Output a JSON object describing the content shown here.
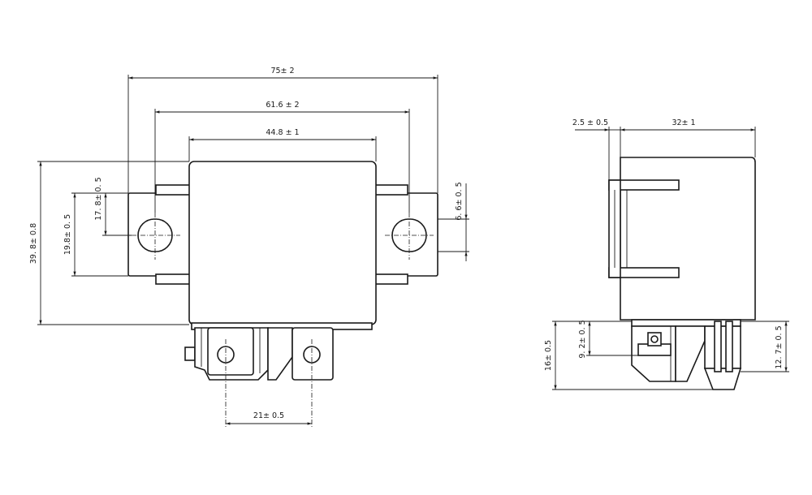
{
  "front_view": {
    "dimensions": {
      "overall_width": "75± 2",
      "mount_hole_spacing": "61.6 ± 2",
      "body_width": "44.8 ± 1",
      "overall_height": "39. 8± 0.8",
      "bracket_height": "19.8± 0. 5",
      "hole_offset": "17. 8± 0. 5",
      "slot_height": "6. 6± 0. 5",
      "terminal_spacing": "21± 0.5"
    }
  },
  "side_view": {
    "dimensions": {
      "flange_thickness": "2.5 ± 0.5",
      "body_depth": "32± 1",
      "terminal_length": "16± 0.5",
      "pin_height": "9. 2± 0. 5",
      "terminal_offset": "12. 7± 0. 5"
    }
  },
  "colors": {
    "line": "#1a1a1a",
    "background": "#ffffff"
  }
}
